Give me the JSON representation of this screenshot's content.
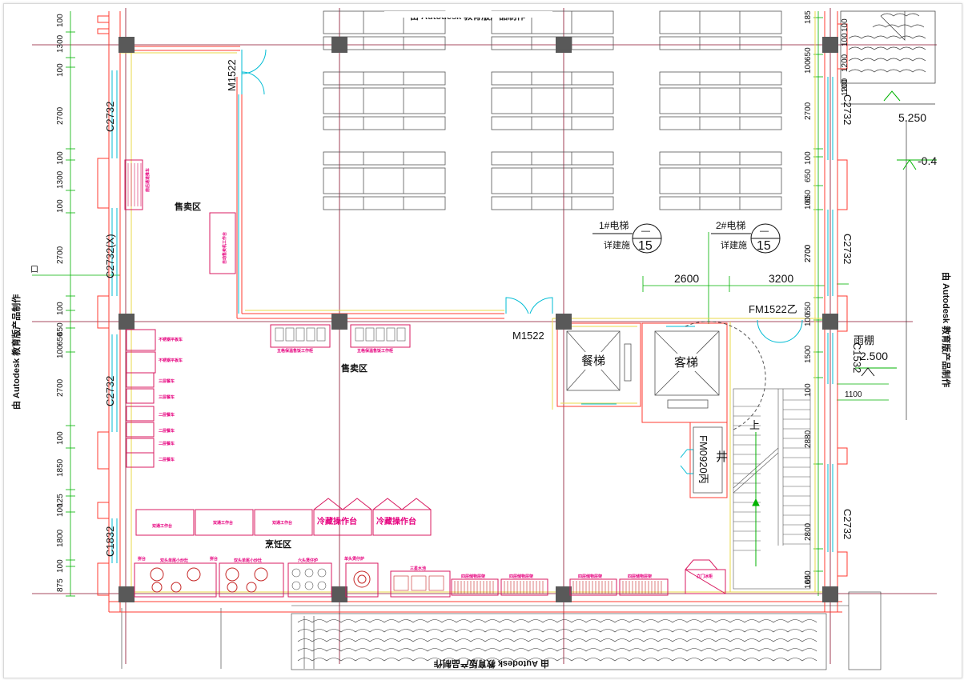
{
  "watermark": {
    "left": "由 Autodesk 教育版产品制作",
    "bottom": "由 Autodesk 教育版产品制作",
    "top": "由 Autodesk 教育版产品制作",
    "right": "由 Autodesk 教育版产品制作"
  },
  "left_dims": [
    "100",
    "1300",
    "100",
    "2700",
    "100",
    "1300",
    "100",
    "2700",
    "100",
    "650",
    "650",
    "100",
    "2700",
    "100",
    "1850",
    "125",
    "100",
    "1800",
    "100",
    "875"
  ],
  "right_dims": [
    "185",
    "650",
    "100",
    "2700",
    "100",
    "650",
    "650",
    "100",
    "2700",
    "2700",
    "650",
    "100",
    "1500",
    "100",
    "2880",
    "2800",
    "650",
    "100"
  ],
  "right_top_dims": [
    "100",
    "100",
    "1200",
    "100",
    "1200"
  ],
  "windows": {
    "left_1": "C2732",
    "left_2": "C2732(X)",
    "left_3": "C2732",
    "left_4": "C1832",
    "right_1": "C2732",
    "right_2": "C2732",
    "right_3": "C1532",
    "right_4": "C2732"
  },
  "doors": {
    "m1522_top": "M1522",
    "m1522_mid": "M1522",
    "fm1522": "FM1522乙",
    "fmshaft": "FM0920丙"
  },
  "zones": {
    "sales_1": "售卖区",
    "sales_2": "售卖区",
    "cooking": "烹饪区",
    "food_lift": "餐梯",
    "pass_lift": "客梯",
    "shaft": "井",
    "stair_up": "上",
    "canopy": "雨棚"
  },
  "dimension_lines": {
    "d1": "2600",
    "d2": "3200",
    "d3": "1100"
  },
  "levels": {
    "l1": "5.250",
    "l2": "-0.4",
    "l3": "2.500"
  },
  "elevator_tags": {
    "e1_label": "1#电梯",
    "e1_detail": "详建施",
    "e1_num": "15",
    "e2_label": "2#电梯",
    "e2_detail": "详建施",
    "e2_num": "15",
    "dash": "—"
  },
  "equipment": {
    "cabinet_vertical": "自动售卖机工作台",
    "small_vertical": "前后通道推车",
    "counter_1": "五格保温售饭工作柜",
    "counter_2": "五格保温售饭工作柜",
    "cart_1": "不锈钢平板车",
    "cart_2": "不锈钢平板车",
    "cart_3": "三层餐车",
    "cart_4": "三层餐车",
    "cart_5": "二层餐车",
    "cart_6": "二层餐车",
    "cart_7": "二层餐车",
    "cart_8": "二层餐车",
    "bench_1": "双通工作台",
    "bench_2": "双通工作台",
    "bench_3": "双通工作台",
    "cold_1": "冷藏操作台",
    "cold_2": "冷藏操作台",
    "stove_a": "拼台",
    "stove_b": "双头单尾小炒灶",
    "stove_c": "拼台",
    "stove_d": "双头单尾小炒灶",
    "stove_e": "六头煲仔炉",
    "stove_f": "单头煲仔炉",
    "sink": "三星水池",
    "shelf_1": "四层储物层架",
    "shelf_2": "四层储物层架",
    "shelf_3": "四层储物层架",
    "shelf_4": "四层储物层架",
    "freezer": "立门冰柜"
  },
  "colors": {
    "wall": "#ff3b30",
    "window": "#00bcd4",
    "dimension": "#00b300",
    "equipment": "#e6007e",
    "grid": "#8a0f2a",
    "column": "#595959",
    "finish": "#e8d94a"
  }
}
